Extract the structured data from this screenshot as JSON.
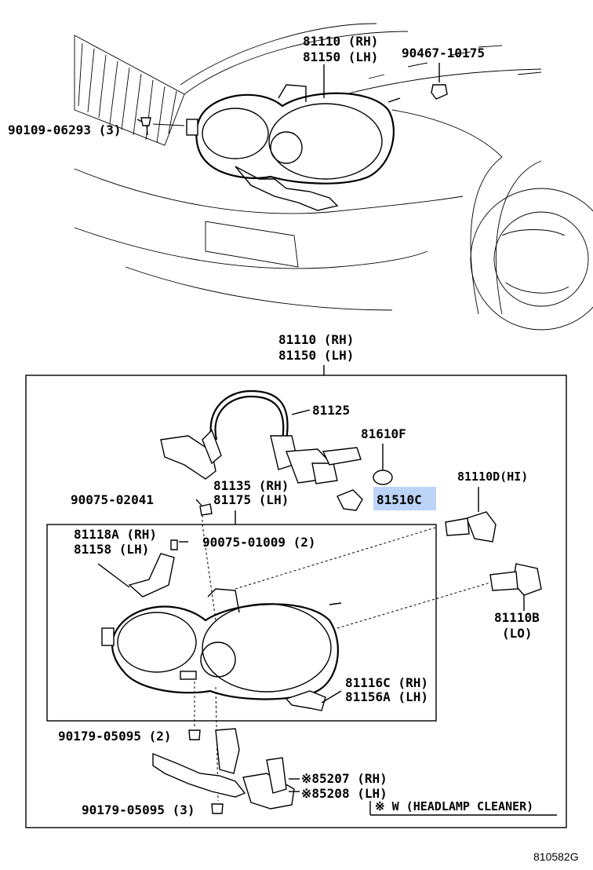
{
  "labels": {
    "top_headlamp_rh": "81110 (RH)",
    "top_headlamp_lh": "81150 (LH)",
    "top_nut": "90467-10175",
    "top_screw": "90109-06293 (3)",
    "box_headlamp_rh": "81110 (RH)",
    "box_headlamp_lh": "81150 (LH)",
    "socket_wire": "81125",
    "bulb_small": "81610F",
    "bulb_hi": "81110D(HI)",
    "unit_rh": "81135 (RH)",
    "unit_lh": "81175 (LH)",
    "bulb_wedge": "81510C",
    "screw_1": "90075-02041",
    "bracket_rh": "81118A (RH)",
    "bracket_lh": "81158 (LH)",
    "screw_2": "90075-01009 (2)",
    "bulb_lo_num": "81110B",
    "bulb_lo_tag": "(LO)",
    "bracket2_rh": "81116C (RH)",
    "bracket2_lh": "81156A (LH)",
    "clip_1": "90179-05095 (2)",
    "cleaner_rh": "※85207 (RH)",
    "cleaner_lh": "※85208 (LH)",
    "clip_2": "90179-05095 (3)",
    "footnote": "※ W (HEADLAMP  CLEANER)",
    "figure_id": "810582G"
  },
  "highlight": {
    "part": "81510C",
    "color": "#bcd4f6"
  }
}
